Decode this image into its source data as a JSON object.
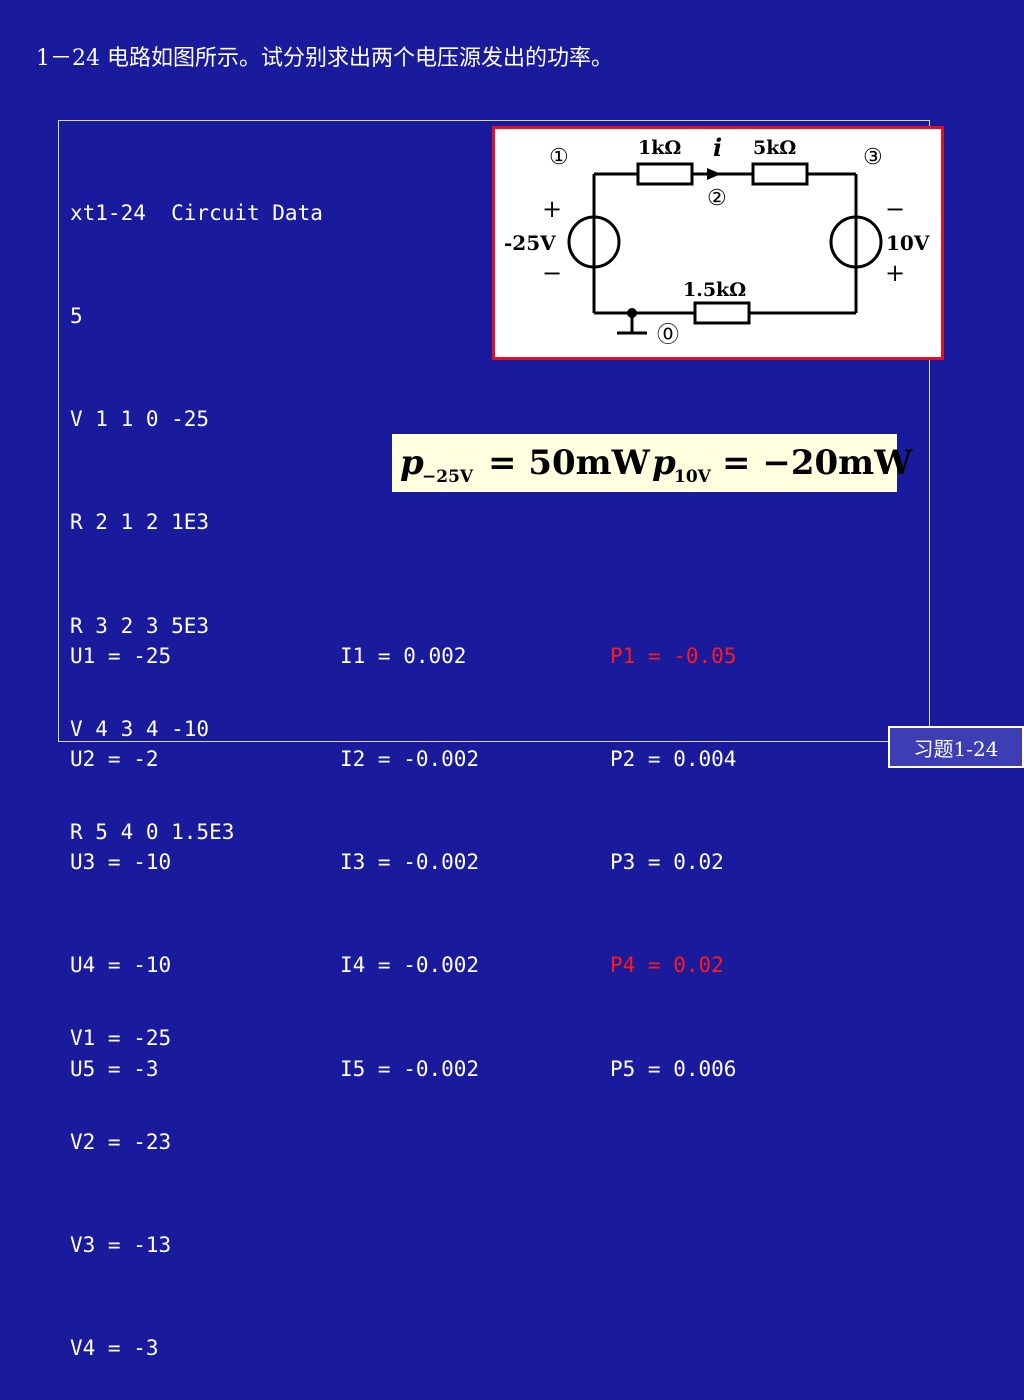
{
  "title": "1－24 电路如图所示。试分别求出两个电压源发出的功率。",
  "netlist": [
    "xt1-24  Circuit Data",
    "5",
    "V 1 1 0 -25",
    "R 2 1 2 1E3",
    "R 3 2 3 5E3",
    "V 4 3 4 -10",
    "R 5 4 0 1.5E3",
    "",
    "V1 = -25",
    "V2 = -23",
    "V3 = -13",
    "V4 = -3"
  ],
  "results": {
    "U": [
      "U1 = -25",
      "U2 = -2",
      "U3 = -10",
      "U4 = -10",
      "U5 = -3"
    ],
    "I": [
      "I1 = 0.002",
      "I2 = -0.002",
      "I3 = -0.002",
      "I4 = -0.002",
      "I5 = -0.002"
    ],
    "P": [
      "P1 = -0.05",
      "P2 = 0.004",
      "P3 = 0.02",
      "P4 = 0.02",
      "P5 = 0.006"
    ],
    "highlight_color": "#ff1a1a"
  },
  "circuit": {
    "node1": "①",
    "node2": "②",
    "node3": "③",
    "node0": "⓪",
    "r1": "1kΩ",
    "r2": "5kΩ",
    "r3": "1.5kΩ",
    "current": "i",
    "left_source": "-25V",
    "right_source": "10V",
    "plus": "+",
    "minus": "−"
  },
  "answer": {
    "p1_sym": "p",
    "p1_sub": "−25V",
    "p1_val": "= 50mW",
    "p2_sym": "p",
    "p2_sub": "10V",
    "p2_val": "= −20mW"
  },
  "badge": "习题1-24"
}
